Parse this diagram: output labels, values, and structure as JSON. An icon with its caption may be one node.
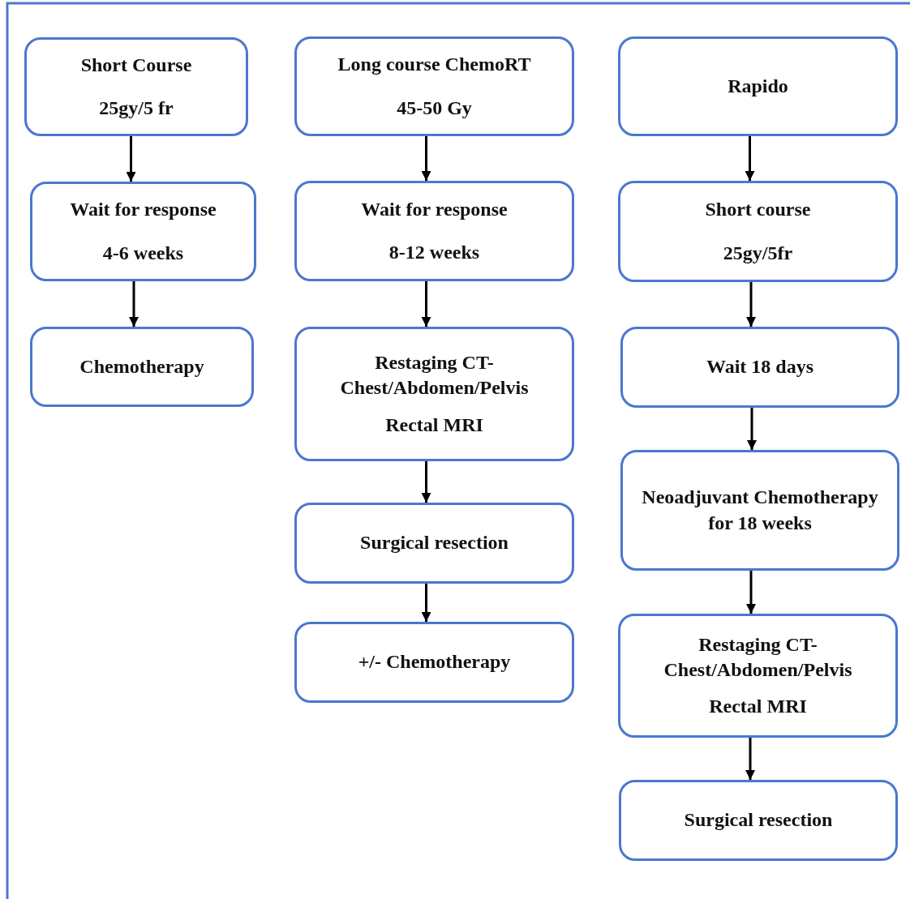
{
  "diagram": {
    "nodes": [
      {
        "text": [
          "Short Course",
          "25gy/5 fr"
        ]
      },
      {
        "text": [
          "Wait for response",
          "4-6 weeks"
        ]
      },
      {
        "text": [
          "Chemotherapy"
        ]
      },
      {
        "text": [
          "Long course ChemoRT",
          "45-50 Gy"
        ]
      },
      {
        "text": [
          "Wait for response",
          "8-12 weeks"
        ]
      },
      {
        "text": [
          "Restaging CT- Chest/Abdomen/Pelvis",
          "Rectal MRI"
        ]
      },
      {
        "text": [
          "Surgical resection"
        ]
      },
      {
        "text": [
          "+/- Chemotherapy"
        ]
      },
      {
        "text": [
          "Rapido"
        ]
      },
      {
        "text": [
          "Short course",
          "25gy/5fr"
        ]
      },
      {
        "text": [
          "Wait 18 days"
        ]
      },
      {
        "text": [
          "Neoadjuvant Chemotherapy for 18 weeks"
        ]
      },
      {
        "text": [
          "Restaging CT- Chest/Abdomen/Pelvis",
          "Rectal MRI"
        ]
      },
      {
        "text": [
          "Surgical resection"
        ]
      }
    ],
    "edges": [
      {
        "from": 0,
        "to": 1,
        "arrow": "to"
      },
      {
        "from": 1,
        "to": 2,
        "arrow": "to"
      },
      {
        "from": 3,
        "to": 4,
        "arrow": "to"
      },
      {
        "from": 4,
        "to": 5,
        "arrow": "to"
      },
      {
        "from": 5,
        "to": 6,
        "arrow": "to"
      },
      {
        "from": 6,
        "to": 7,
        "arrow": "to"
      },
      {
        "from": 8,
        "to": 9,
        "arrow": "to"
      },
      {
        "from": 9,
        "to": 10,
        "arrow": "to"
      },
      {
        "from": 10,
        "to": 11,
        "arrow": "to"
      },
      {
        "from": 11,
        "to": 12,
        "arrow": "to"
      },
      {
        "from": 12,
        "to": 13,
        "arrow": "to"
      }
    ]
  }
}
